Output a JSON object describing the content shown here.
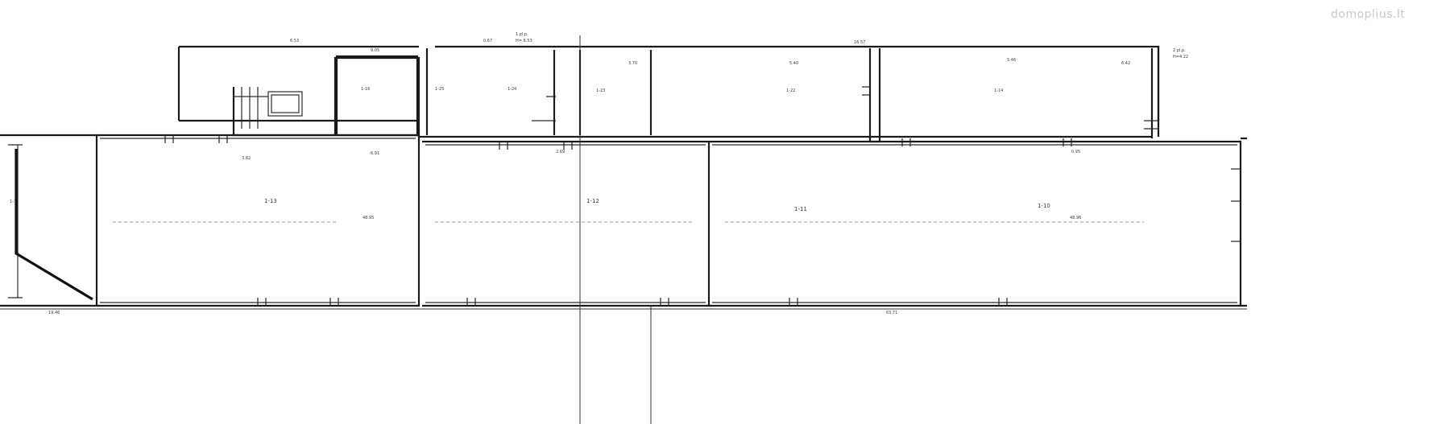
{
  "watermark": "domoplius.lt",
  "drawing": {
    "height_label_top": "1 pl.p.",
    "height_value_top": "H= 6.53",
    "height_label_right": "2 pl.p.",
    "height_value_right": "H=4.22"
  },
  "dimensions": {
    "d1": "6.53",
    "d2": "0.67",
    "d3": "16.57",
    "d4": "9.05",
    "d5": "3.70",
    "d6": "5.40",
    "d7": "5.46",
    "d8": "6.42",
    "d9": "3.82",
    "d10": "6.91",
    "d11": "2.69",
    "d12": "0.95",
    "d13": "63.71",
    "d14": "19.46",
    "d15": "48.95",
    "d16": "48.96"
  },
  "rooms": {
    "r1": "1-16",
    "r2": "1-25",
    "r3": "1-24",
    "r4": "1-23",
    "r5": "1-22",
    "r6": "1-14",
    "r7": "1-13",
    "r8": "1-12",
    "r9": "1-11",
    "r10": "1-10",
    "r11": "1-1"
  }
}
